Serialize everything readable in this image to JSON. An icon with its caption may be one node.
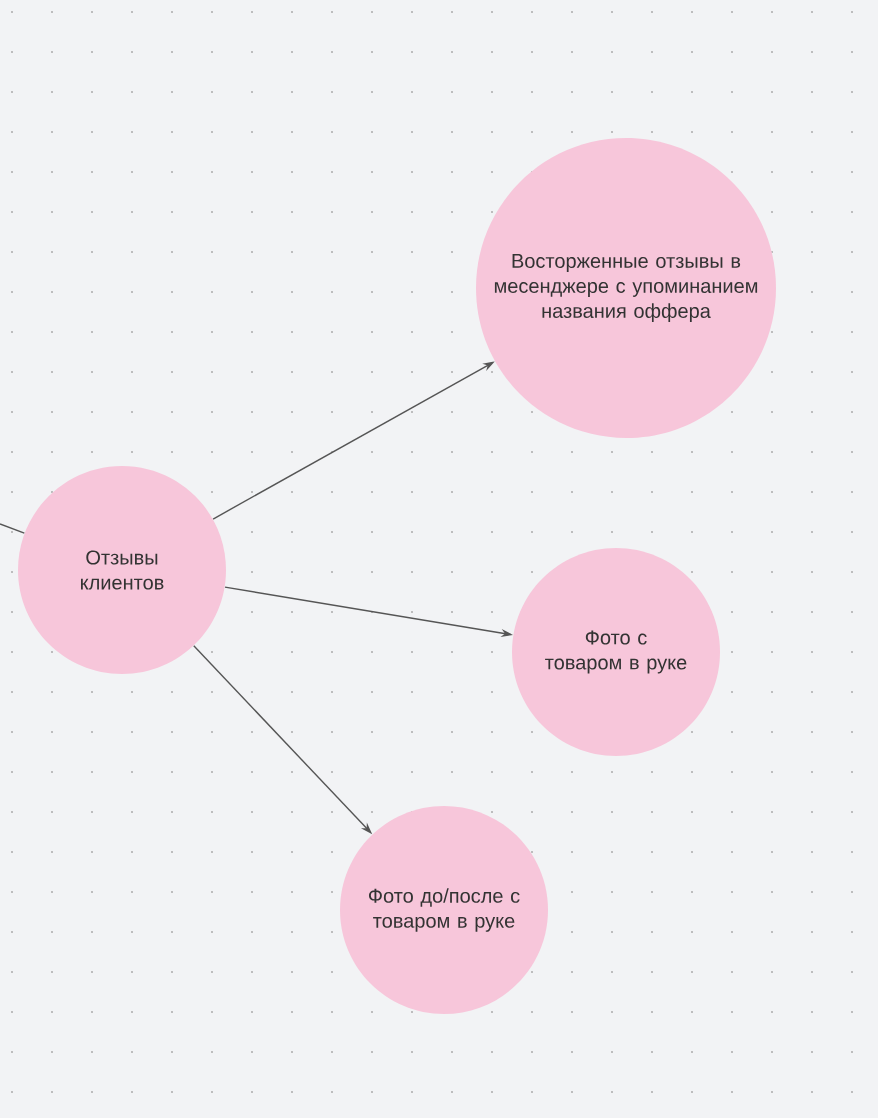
{
  "diagram": {
    "nodes": [
      {
        "text": [
          "Отзывы клиентов"
        ]
      },
      {
        "text": [
          "Восторженные отзывы в месенджере с упоминанием названия оффера"
        ]
      },
      {
        "text": [
          "Фото с товаром в руке"
        ]
      },
      {
        "text": [
          "Фото до/после с товаром в руке"
        ]
      }
    ],
    "edges": [
      {
        "from": null,
        "to": 0,
        "arrow": "none"
      },
      {
        "from": 0,
        "to": 1,
        "arrow": "to"
      },
      {
        "from": 0,
        "to": 2,
        "arrow": "to"
      },
      {
        "from": 0,
        "to": 3,
        "arrow": "to"
      }
    ]
  }
}
